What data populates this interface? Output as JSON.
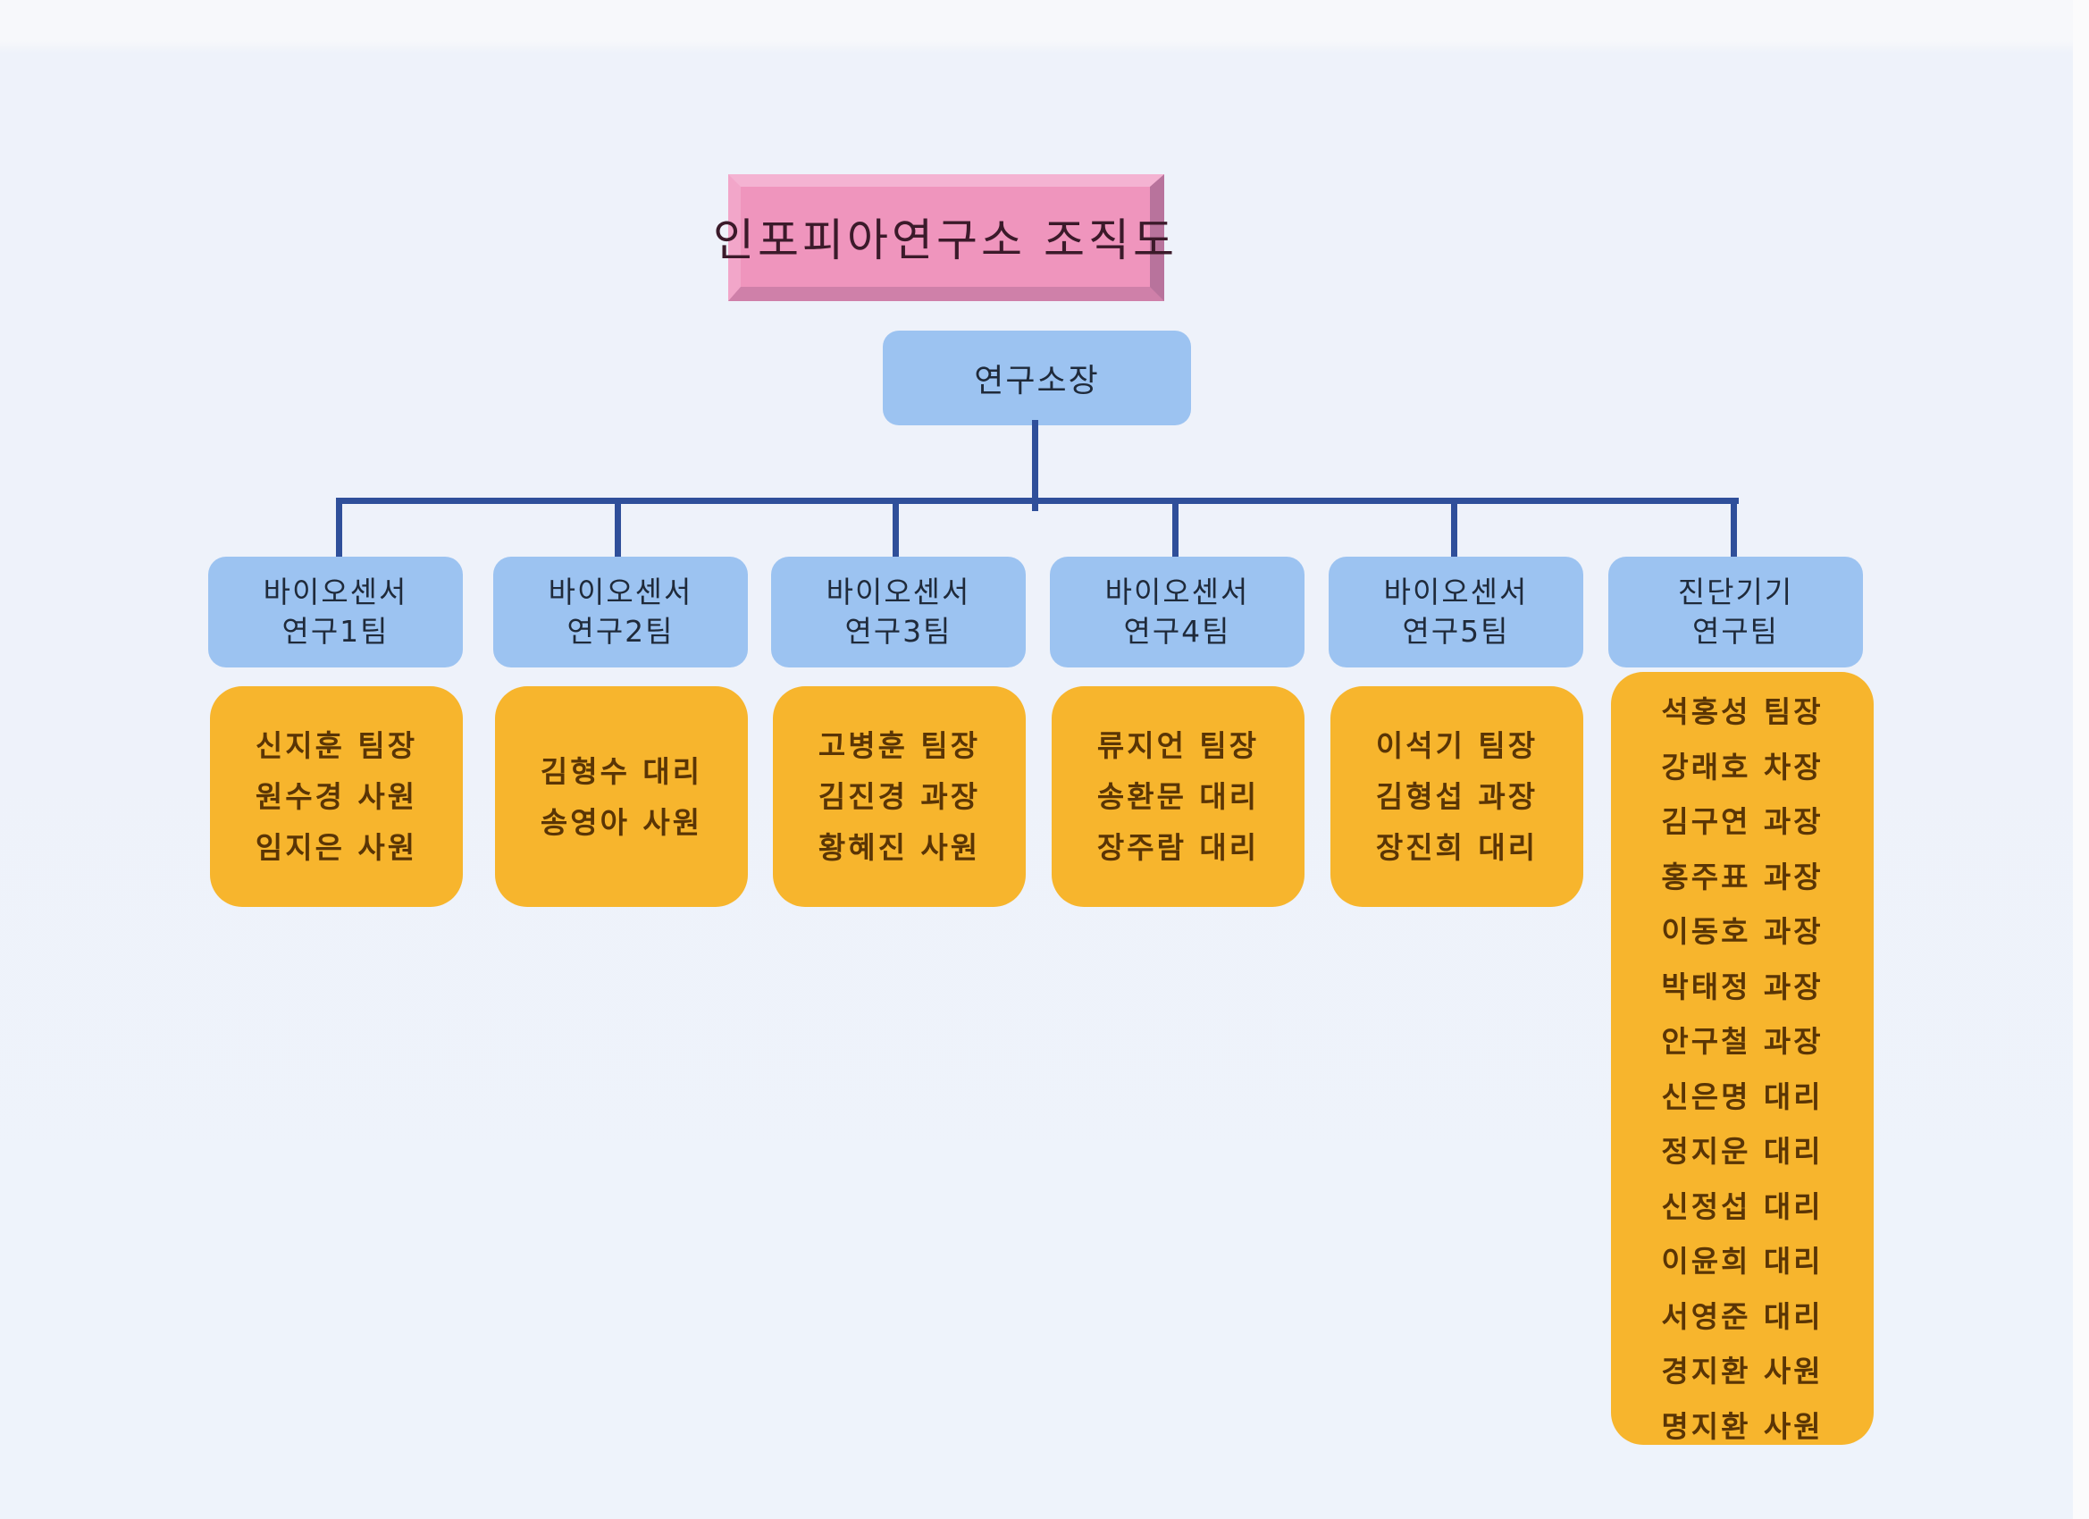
{
  "title": "인포피아연구소 조직도",
  "director": "연구소장",
  "colors": {
    "title_fill": "#ef95bd",
    "box_blue": "#9cc3f1",
    "box_orange": "#f7b52d",
    "connector": "#2f4f9a",
    "background": "#eef3fb"
  },
  "teams": [
    {
      "name_line1": "바이오센서",
      "name_line2": "연구1팀",
      "members": [
        "신지훈 팀장",
        "원수경 사원",
        "임지은 사원"
      ]
    },
    {
      "name_line1": "바이오센서",
      "name_line2": "연구2팀",
      "members": [
        "김형수 대리",
        "송영아 사원"
      ]
    },
    {
      "name_line1": "바이오센서",
      "name_line2": "연구3팀",
      "members": [
        "고병훈 팀장",
        "김진경 과장",
        "황혜진 사원"
      ]
    },
    {
      "name_line1": "바이오센서",
      "name_line2": "연구4팀",
      "members": [
        "류지언 팀장",
        "송환문 대리",
        "장주람 대리"
      ]
    },
    {
      "name_line1": "바이오센서",
      "name_line2": "연구5팀",
      "members": [
        "이석기 팀장",
        "김형섭 과장",
        "장진희 대리"
      ]
    },
    {
      "name_line1": "진단기기",
      "name_line2": "연구팀",
      "members": [
        "석홍성 팀장",
        "강래호 차장",
        "김구연 과장",
        "홍주표 과장",
        "이동호 과장",
        "박태정 과장",
        "안구철 과장",
        "신은명 대리",
        "정지운 대리",
        "신정섭 대리",
        "이윤희 대리",
        "서영준 대리",
        "경지환 사원",
        "명지환 사원"
      ]
    }
  ]
}
